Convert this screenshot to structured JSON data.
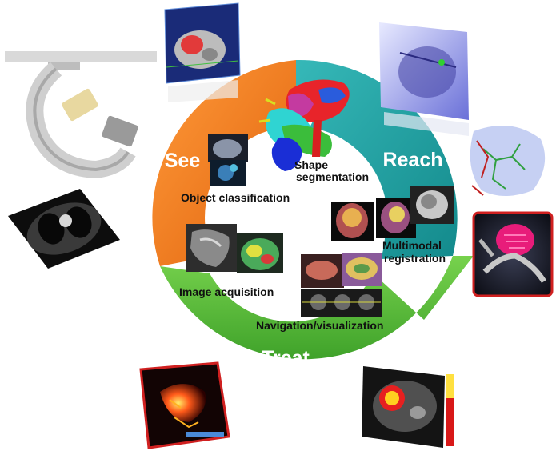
{
  "cycle": {
    "segments": [
      {
        "label": "See",
        "color": "#f47a20"
      },
      {
        "label": "Reach",
        "color": "#1fa3a3"
      },
      {
        "label": "Treat",
        "color": "#5bbf3a"
      }
    ]
  },
  "steps": {
    "shape_segmentation_line1": "Shape",
    "shape_segmentation_line2": "segmentation",
    "object_classification": "Object classification",
    "multimodal_registration_line1": "Multimodal",
    "multimodal_registration_line2": "registration",
    "image_acquisition": "Image acquisition",
    "navigation_visualization": "Navigation/visualization"
  },
  "images": [
    {
      "icon": "c-arm-scanner-photo"
    },
    {
      "icon": "ct-volume-render"
    },
    {
      "icon": "chest-xray-angiography"
    },
    {
      "icon": "vessel-tree-render"
    },
    {
      "icon": "chest-ct-slice"
    },
    {
      "icon": "aneurysm-render"
    },
    {
      "icon": "perfusion-map"
    },
    {
      "icon": "abdominal-mri-heatmap"
    }
  ]
}
